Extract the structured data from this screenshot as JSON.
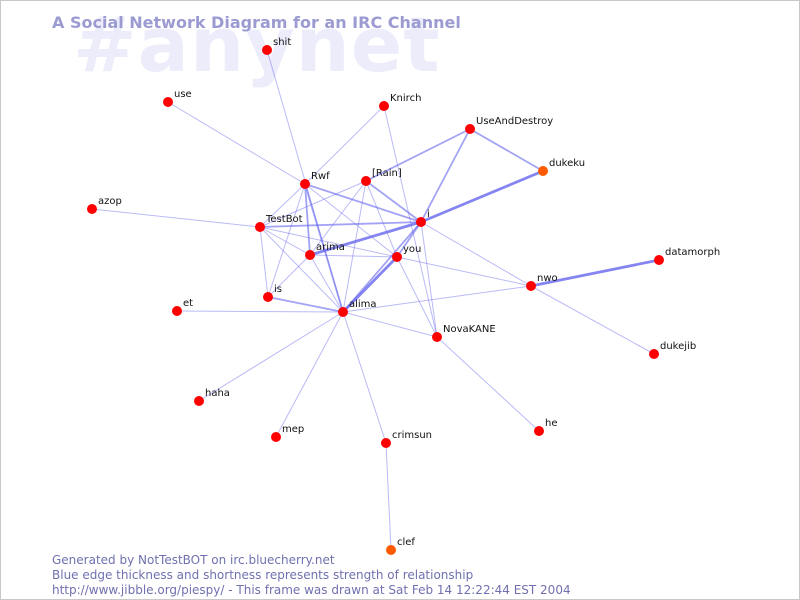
{
  "watermark": "#anynet",
  "title": "A Social Network Diagram for an IRC Channel",
  "footer": {
    "line1": "Generated by NotTestBOT on irc.bluecherry.net",
    "line2": "Blue edge thickness and shortness represents strength of relationship",
    "line3": "http://www.jibble.org/piespy/ - This frame was drawn at Sat Feb 14 12:22:44 EST 2004"
  },
  "colors": {
    "background": "#ffffff",
    "title": "#9b9bd2",
    "watermark": "#ececfb",
    "node": "#ff0000",
    "node_alt": "#ff5a00",
    "edge": "#6666ee",
    "footer": "#7070b0"
  },
  "nodes": [
    {
      "id": "shit",
      "label": "shit"
    },
    {
      "id": "use",
      "label": "use"
    },
    {
      "id": "Knirch",
      "label": "Knirch"
    },
    {
      "id": "UseAndDestroy",
      "label": "UseAndDestroy"
    },
    {
      "id": "dukeku",
      "label": "dukeku",
      "color": "alt"
    },
    {
      "id": "Rwf",
      "label": "Rwf"
    },
    {
      "id": "Rain",
      "label": "[Rain]"
    },
    {
      "id": "azop",
      "label": "azop"
    },
    {
      "id": "i",
      "label": "i"
    },
    {
      "id": "TestBot",
      "label": "TestBot"
    },
    {
      "id": "arima",
      "label": "arima"
    },
    {
      "id": "you",
      "label": "you"
    },
    {
      "id": "datamorph",
      "label": "datamorph"
    },
    {
      "id": "nwo",
      "label": "nwo"
    },
    {
      "id": "is",
      "label": "is"
    },
    {
      "id": "et",
      "label": "et"
    },
    {
      "id": "alima",
      "label": "alima"
    },
    {
      "id": "NovaKANE",
      "label": "NovaKANE"
    },
    {
      "id": "dukejib",
      "label": "dukejib"
    },
    {
      "id": "haha",
      "label": "haha"
    },
    {
      "id": "mep",
      "label": "mep"
    },
    {
      "id": "crimsun",
      "label": "crimsun"
    },
    {
      "id": "he",
      "label": "he"
    },
    {
      "id": "clef",
      "label": "clef",
      "color": "alt"
    }
  ],
  "edges": [
    {
      "source": "shit",
      "target": "alima",
      "weight": 1
    },
    {
      "source": "use",
      "target": "Rwf",
      "weight": 1
    },
    {
      "source": "Knirch",
      "target": "Rwf",
      "weight": 1
    },
    {
      "source": "Knirch",
      "target": "NovaKANE",
      "weight": 1
    },
    {
      "source": "UseAndDestroy",
      "target": "dukeku",
      "weight": 2
    },
    {
      "source": "UseAndDestroy",
      "target": "Rain",
      "weight": 2
    },
    {
      "source": "UseAndDestroy",
      "target": "i",
      "weight": 2
    },
    {
      "source": "dukeku",
      "target": "i",
      "weight": 3
    },
    {
      "source": "azop",
      "target": "TestBot",
      "weight": 1
    },
    {
      "source": "Rwf",
      "target": "i",
      "weight": 2
    },
    {
      "source": "Rwf",
      "target": "arima",
      "weight": 2
    },
    {
      "source": "Rwf",
      "target": "alima",
      "weight": 2
    },
    {
      "source": "Rwf",
      "target": "TestBot",
      "weight": 1
    },
    {
      "source": "Rwf",
      "target": "you",
      "weight": 1
    },
    {
      "source": "Rwf",
      "target": "is",
      "weight": 1
    },
    {
      "source": "Rain",
      "target": "i",
      "weight": 2
    },
    {
      "source": "Rain",
      "target": "arima",
      "weight": 1
    },
    {
      "source": "Rain",
      "target": "alima",
      "weight": 1
    },
    {
      "source": "Rain",
      "target": "you",
      "weight": 1
    },
    {
      "source": "Rain",
      "target": "TestBot",
      "weight": 1
    },
    {
      "source": "i",
      "target": "arima",
      "weight": 3
    },
    {
      "source": "i",
      "target": "you",
      "weight": 2
    },
    {
      "source": "i",
      "target": "alima",
      "weight": 2
    },
    {
      "source": "i",
      "target": "TestBot",
      "weight": 2
    },
    {
      "source": "i",
      "target": "nwo",
      "weight": 1
    },
    {
      "source": "i",
      "target": "NovaKANE",
      "weight": 1
    },
    {
      "source": "TestBot",
      "target": "arima",
      "weight": 1
    },
    {
      "source": "TestBot",
      "target": "alima",
      "weight": 1
    },
    {
      "source": "TestBot",
      "target": "you",
      "weight": 1
    },
    {
      "source": "TestBot",
      "target": "is",
      "weight": 1
    },
    {
      "source": "arima",
      "target": "alima",
      "weight": 1
    },
    {
      "source": "arima",
      "target": "you",
      "weight": 1
    },
    {
      "source": "arima",
      "target": "is",
      "weight": 1
    },
    {
      "source": "you",
      "target": "alima",
      "weight": 3
    },
    {
      "source": "you",
      "target": "nwo",
      "weight": 1
    },
    {
      "source": "you",
      "target": "NovaKANE",
      "weight": 1
    },
    {
      "source": "nwo",
      "target": "datamorph",
      "weight": 3
    },
    {
      "source": "nwo",
      "target": "dukejib",
      "weight": 1
    },
    {
      "source": "nwo",
      "target": "alima",
      "weight": 1
    },
    {
      "source": "is",
      "target": "alima",
      "weight": 2
    },
    {
      "source": "et",
      "target": "alima",
      "weight": 1
    },
    {
      "source": "alima",
      "target": "NovaKANE",
      "weight": 1
    },
    {
      "source": "alima",
      "target": "haha",
      "weight": 1
    },
    {
      "source": "alima",
      "target": "mep",
      "weight": 1
    },
    {
      "source": "alima",
      "target": "crimsun",
      "weight": 1
    },
    {
      "source": "NovaKANE",
      "target": "he",
      "weight": 1
    },
    {
      "source": "crimsun",
      "target": "clef",
      "weight": 1
    }
  ]
}
